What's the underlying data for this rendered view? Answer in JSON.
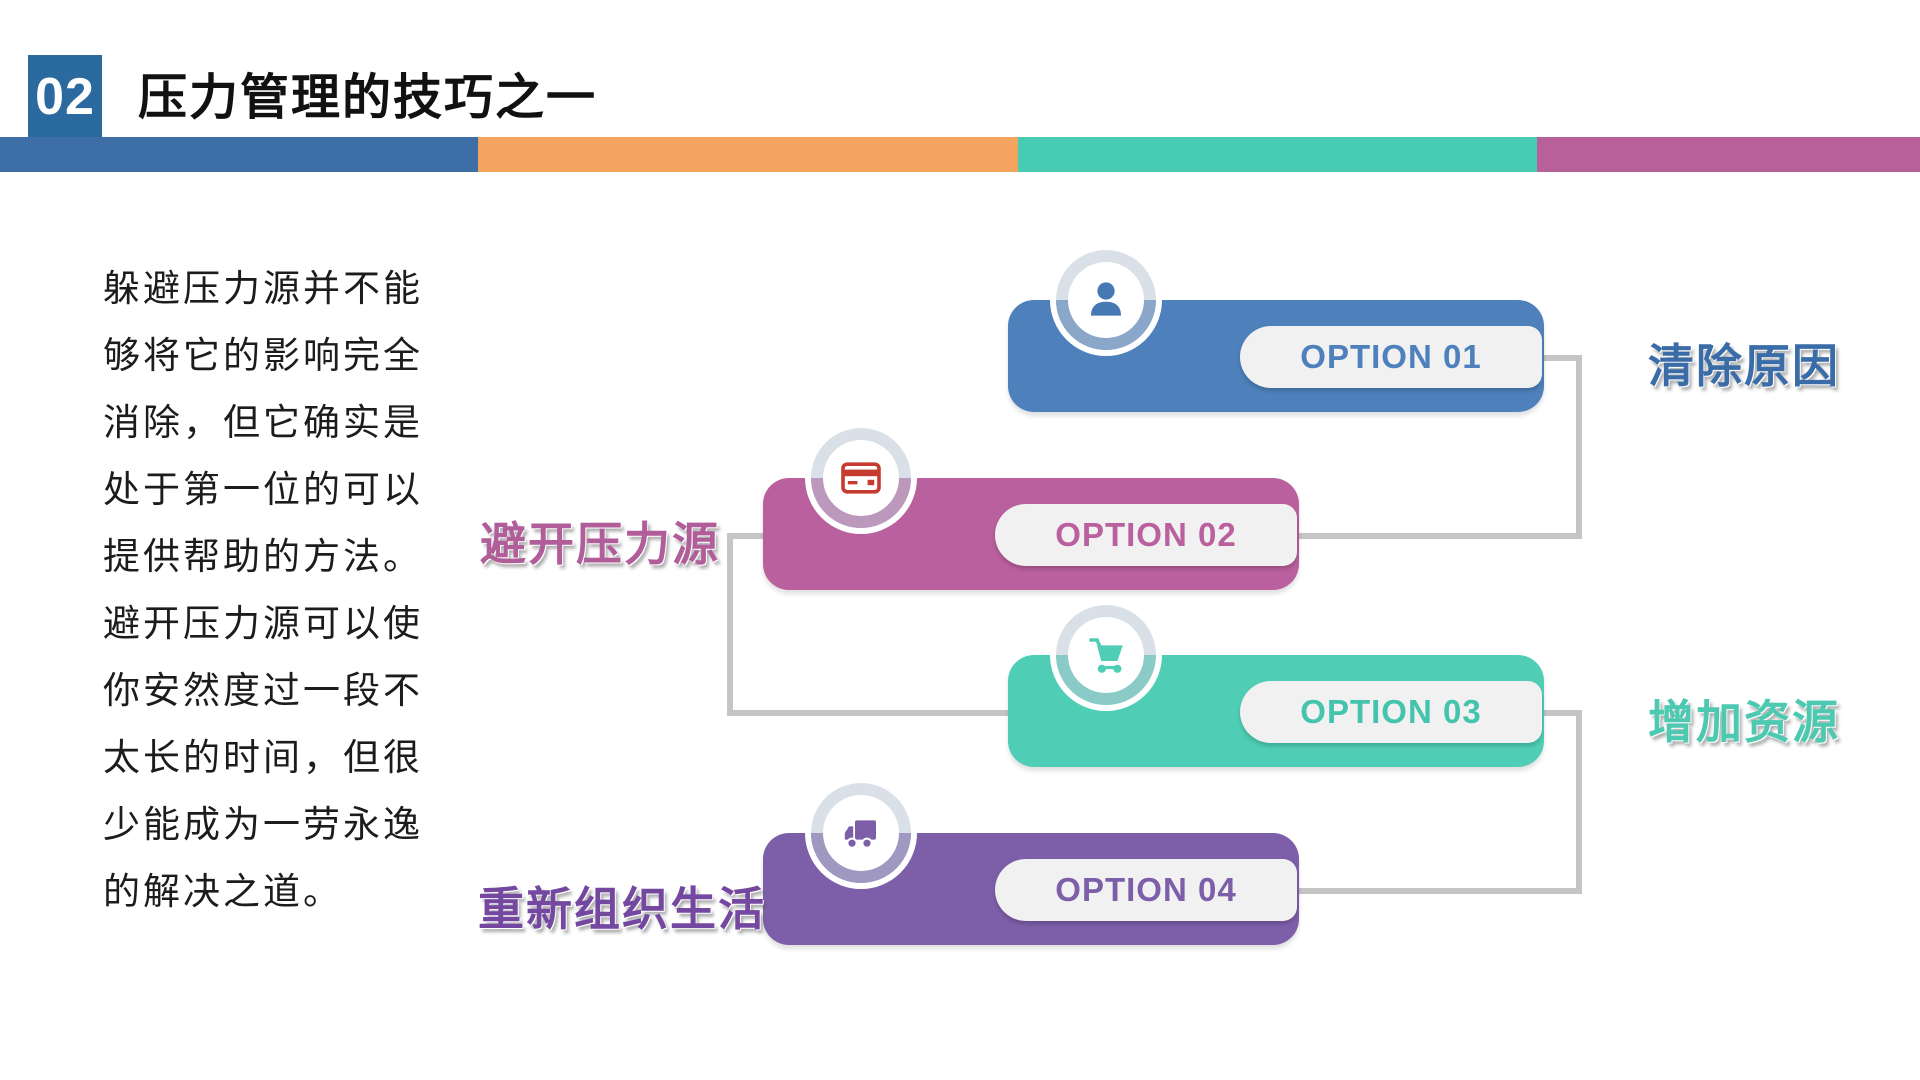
{
  "header": {
    "page_number": "02",
    "title": "压力管理的技巧之一"
  },
  "stripe": {
    "colors": [
      "#3d6ea5",
      "#f4a45f",
      "#47ccb3",
      "#b8609a"
    ]
  },
  "paragraph": {
    "lines": [
      "躲避压力源并不能",
      "够将它的影响完全",
      "消除，但它确实是",
      "处于第一位的可以",
      "提供帮助的方法。",
      "避开压力源可以使",
      "你安然度过一段不",
      "太长的时间，但很",
      "少能成为一劳永逸",
      "的解决之道。"
    ]
  },
  "options": [
    {
      "label": "OPTION 01",
      "tag": "清除原因",
      "color": "#4e81bc",
      "icon": "person-icon"
    },
    {
      "label": "OPTION 02",
      "tag": "避开压力源",
      "color": "#ba609e",
      "icon": "credit-card-icon"
    },
    {
      "label": "OPTION 03",
      "tag": "增加资源",
      "color": "#4fceb5",
      "icon": "shopping-cart-icon"
    },
    {
      "label": "OPTION 04",
      "tag": "重新组织生活",
      "color": "#7d5fa9",
      "icon": "truck-icon"
    }
  ],
  "connector_color": "#c5c5c5",
  "icon_card_color": "#c63b2f"
}
